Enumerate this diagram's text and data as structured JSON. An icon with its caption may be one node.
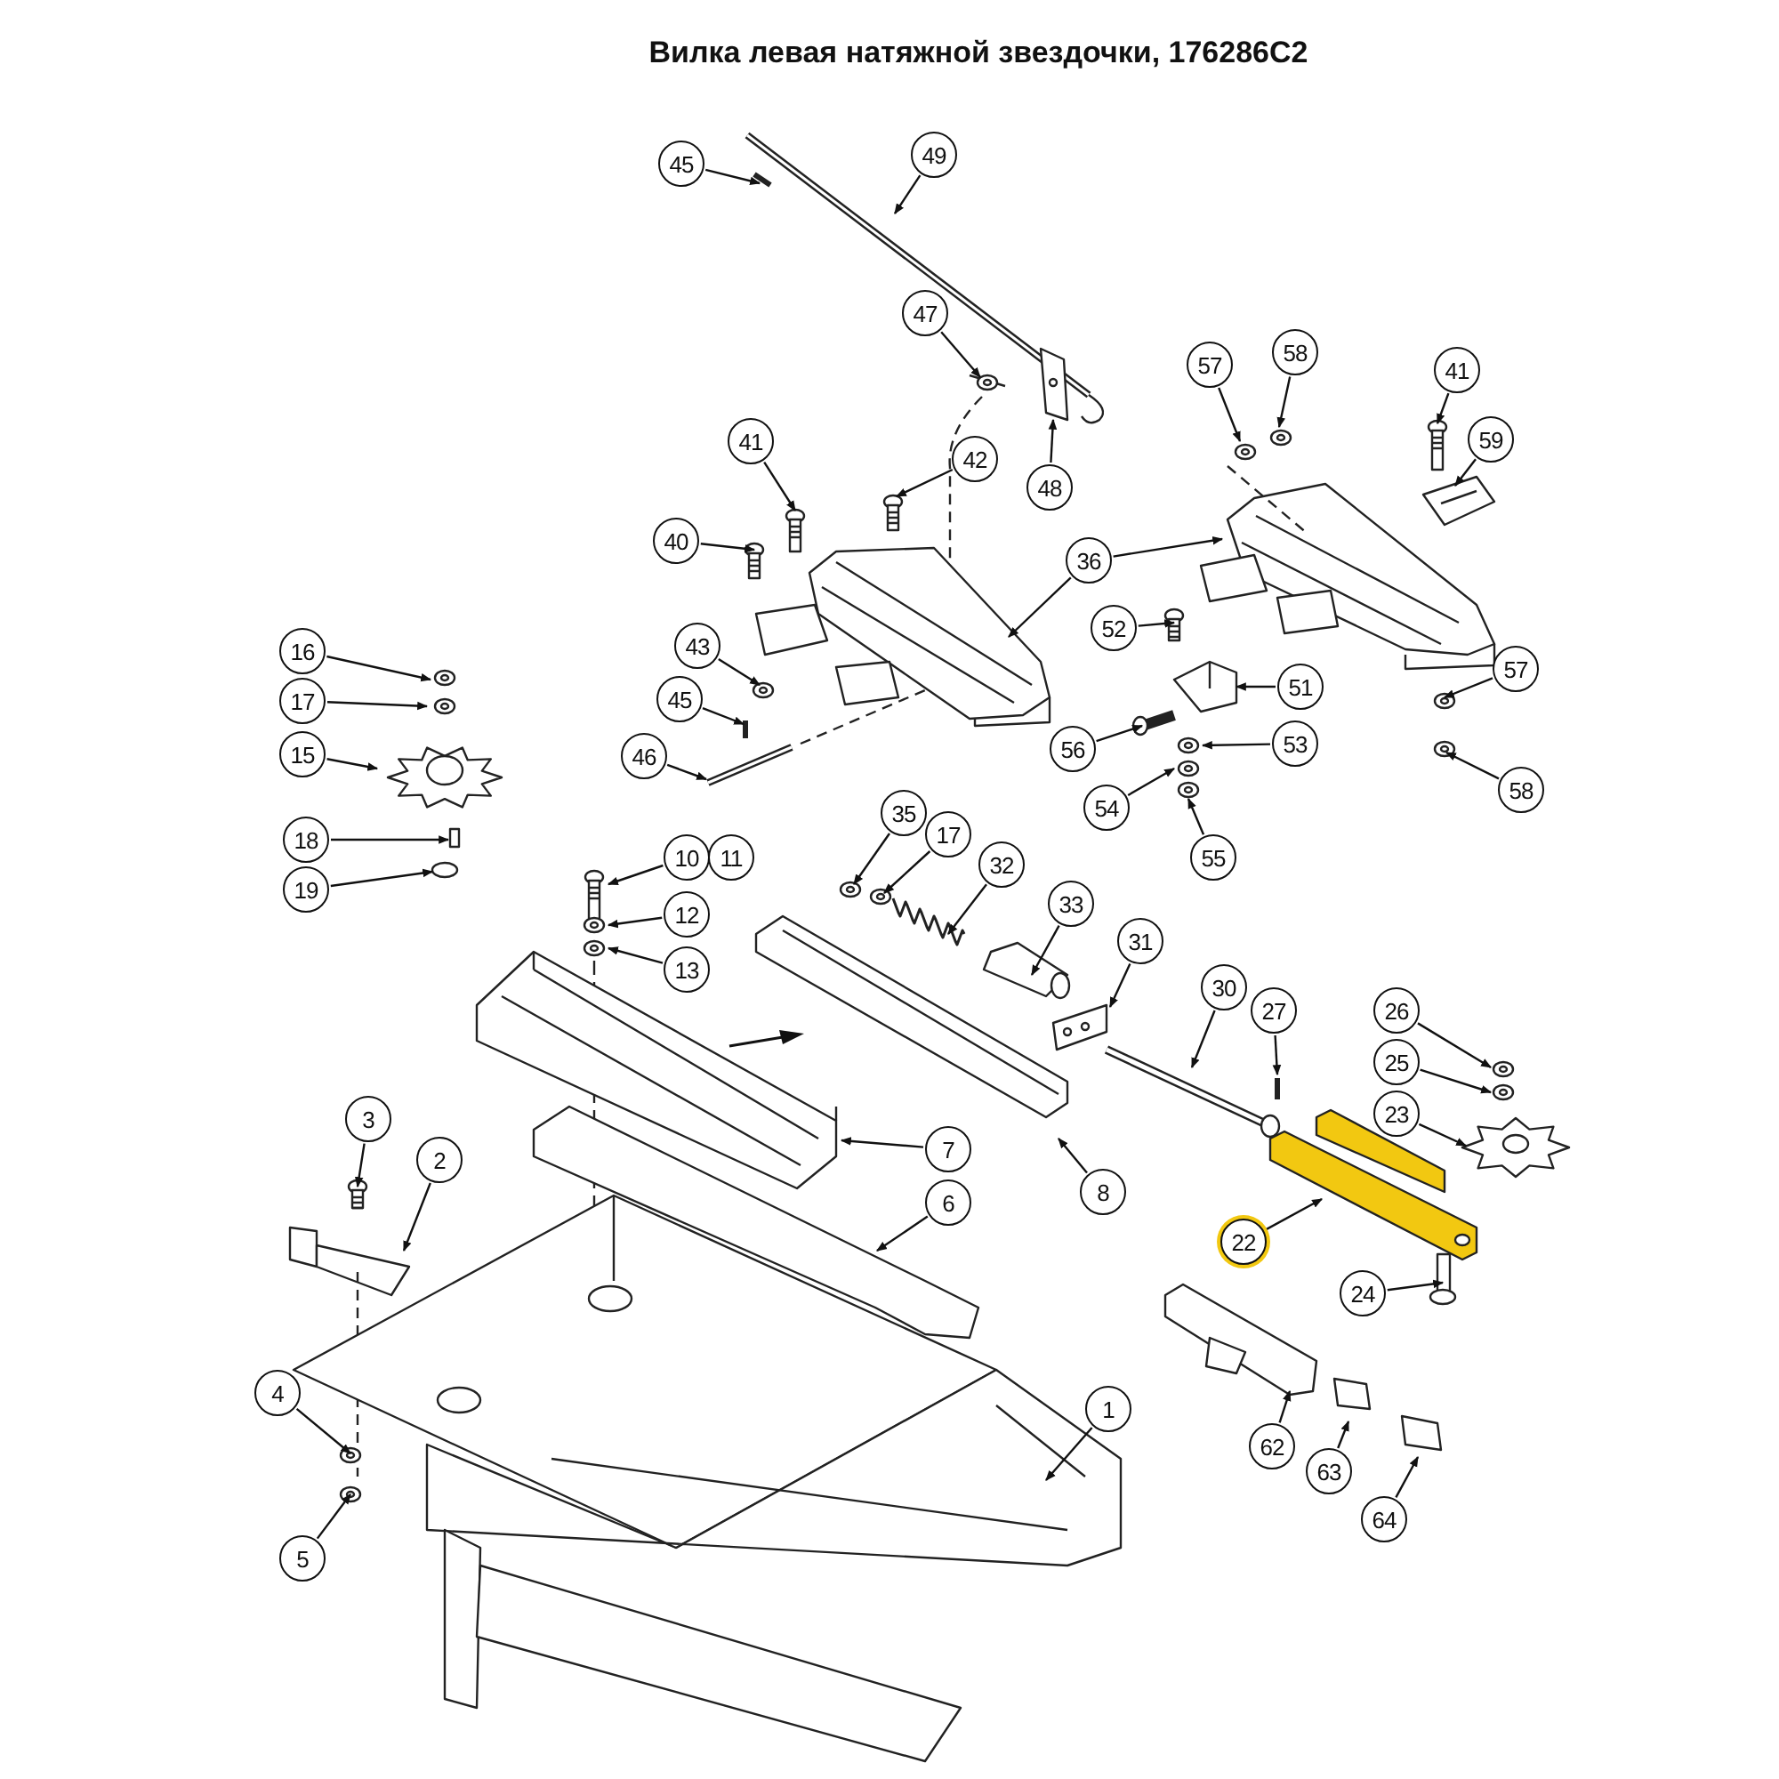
{
  "diagram": {
    "title": "Вилка левая натяжной звездочки, 176286C2",
    "nodes": [
      {
        "text": [
          "45"
        ]
      },
      {
        "text": [
          "49"
        ]
      },
      {
        "text": [
          "47"
        ]
      },
      {
        "text": [
          "57"
        ]
      },
      {
        "text": [
          "58"
        ]
      },
      {
        "text": [
          "41"
        ]
      },
      {
        "text": [
          "59"
        ]
      },
      {
        "text": [
          "48"
        ]
      },
      {
        "text": [
          "41"
        ]
      },
      {
        "text": [
          "42"
        ]
      },
      {
        "text": [
          "40"
        ]
      },
      {
        "text": [
          "36"
        ]
      },
      {
        "text": [
          "52"
        ]
      },
      {
        "text": [
          "16"
        ]
      },
      {
        "text": [
          "43"
        ]
      },
      {
        "text": [
          "51"
        ]
      },
      {
        "text": [
          "57"
        ]
      },
      {
        "text": [
          "17"
        ]
      },
      {
        "text": [
          "45"
        ]
      },
      {
        "text": [
          "56"
        ]
      },
      {
        "text": [
          "53"
        ]
      },
      {
        "text": [
          "15"
        ]
      },
      {
        "text": [
          "46"
        ]
      },
      {
        "text": [
          "58"
        ]
      },
      {
        "text": [
          "54"
        ]
      },
      {
        "text": [
          "35"
        ]
      },
      {
        "text": [
          "55"
        ]
      },
      {
        "text": [
          "17"
        ]
      },
      {
        "text": [
          "18"
        ]
      },
      {
        "text": [
          "10"
        ]
      },
      {
        "text": [
          "11"
        ]
      },
      {
        "text": [
          "32"
        ]
      },
      {
        "text": [
          "19"
        ]
      },
      {
        "text": [
          "33"
        ]
      },
      {
        "text": [
          "12"
        ]
      },
      {
        "text": [
          "31"
        ]
      },
      {
        "text": [
          "13"
        ]
      },
      {
        "text": [
          "30"
        ]
      },
      {
        "text": [
          "26"
        ]
      },
      {
        "text": [
          "27"
        ]
      },
      {
        "text": [
          "25"
        ]
      },
      {
        "text": [
          "23"
        ]
      },
      {
        "text": [
          "3"
        ]
      },
      {
        "text": [
          "8"
        ]
      },
      {
        "text": [
          "7"
        ]
      },
      {
        "text": [
          "2"
        ]
      },
      {
        "text": [
          "6"
        ]
      },
      {
        "text": [
          "22"
        ]
      },
      {
        "text": [
          "24"
        ]
      },
      {
        "text": [
          "1"
        ]
      },
      {
        "text": [
          "4"
        ]
      },
      {
        "text": [
          "62"
        ]
      },
      {
        "text": [
          "63"
        ]
      },
      {
        "text": [
          "64"
        ]
      },
      {
        "text": [
          "5"
        ]
      }
    ],
    "edges": [
      {
        "from": 0,
        "to": null,
        "arrow": "to"
      },
      {
        "from": 1,
        "to": null,
        "arrow": "to"
      },
      {
        "from": 2,
        "to": null,
        "arrow": "to"
      },
      {
        "from": 3,
        "to": null,
        "arrow": "to"
      },
      {
        "from": 4,
        "to": null,
        "arrow": "to"
      },
      {
        "from": 5,
        "to": null,
        "arrow": "to"
      },
      {
        "from": 6,
        "to": null,
        "arrow": "to"
      },
      {
        "from": 7,
        "to": null,
        "arrow": "to"
      },
      {
        "from": 8,
        "to": null,
        "arrow": "to"
      },
      {
        "from": 9,
        "to": null,
        "arrow": "to"
      },
      {
        "from": 10,
        "to": null,
        "arrow": "to"
      },
      {
        "from": 11,
        "to": null,
        "arrow": "to"
      },
      {
        "from": 11,
        "to": null,
        "arrow": "to"
      },
      {
        "from": 12,
        "to": null,
        "arrow": "to"
      },
      {
        "from": 13,
        "to": null,
        "arrow": "to"
      },
      {
        "from": 14,
        "to": null,
        "arrow": "to"
      },
      {
        "from": 15,
        "to": null,
        "arrow": "to"
      },
      {
        "from": 16,
        "to": null,
        "arrow": "to"
      },
      {
        "from": 17,
        "to": null,
        "arrow": "to"
      },
      {
        "from": 18,
        "to": null,
        "arrow": "to"
      },
      {
        "from": 19,
        "to": null,
        "arrow": "to"
      },
      {
        "from": 20,
        "to": null,
        "arrow": "to"
      },
      {
        "from": 21,
        "to": null,
        "arrow": "to"
      },
      {
        "from": 22,
        "to": null,
        "arrow": "to"
      },
      {
        "from": 23,
        "to": null,
        "arrow": "to"
      },
      {
        "from": 24,
        "to": null,
        "arrow": "to"
      },
      {
        "from": 25,
        "to": null,
        "arrow": "to"
      },
      {
        "from": 26,
        "to": null,
        "arrow": "to"
      },
      {
        "from": 27,
        "to": null,
        "arrow": "to"
      },
      {
        "from": 28,
        "to": null,
        "arrow": "to"
      },
      {
        "from": 29,
        "to": null,
        "arrow": "to"
      },
      {
        "from": 31,
        "to": null,
        "arrow": "to"
      },
      {
        "from": 32,
        "to": null,
        "arrow": "to"
      },
      {
        "from": 33,
        "to": null,
        "arrow": "to"
      },
      {
        "from": 34,
        "to": null,
        "arrow": "to"
      },
      {
        "from": 35,
        "to": null,
        "arrow": "to"
      },
      {
        "from": 36,
        "to": null,
        "arrow": "to"
      },
      {
        "from": 37,
        "to": null,
        "arrow": "to"
      },
      {
        "from": 38,
        "to": null,
        "arrow": "to"
      },
      {
        "from": 39,
        "to": null,
        "arrow": "to"
      },
      {
        "from": 40,
        "to": null,
        "arrow": "to"
      },
      {
        "from": 41,
        "to": null,
        "arrow": "to"
      },
      {
        "from": 42,
        "to": null,
        "arrow": "to"
      },
      {
        "from": 43,
        "to": null,
        "arrow": "to"
      },
      {
        "from": 44,
        "to": null,
        "arrow": "to"
      },
      {
        "from": 45,
        "to": null,
        "arrow": "to"
      },
      {
        "from": 46,
        "to": null,
        "arrow": "to"
      },
      {
        "from": 47,
        "to": null,
        "arrow": "to"
      },
      {
        "from": 48,
        "to": null,
        "arrow": "to"
      },
      {
        "from": 49,
        "to": null,
        "arrow": "to"
      },
      {
        "from": 50,
        "to": null,
        "arrow": "to"
      },
      {
        "from": 51,
        "to": null,
        "arrow": "to"
      },
      {
        "from": 52,
        "to": null,
        "arrow": "to"
      },
      {
        "from": 53,
        "to": null,
        "arrow": "to"
      },
      {
        "from": 54,
        "to": null,
        "arrow": "to"
      }
    ]
  }
}
